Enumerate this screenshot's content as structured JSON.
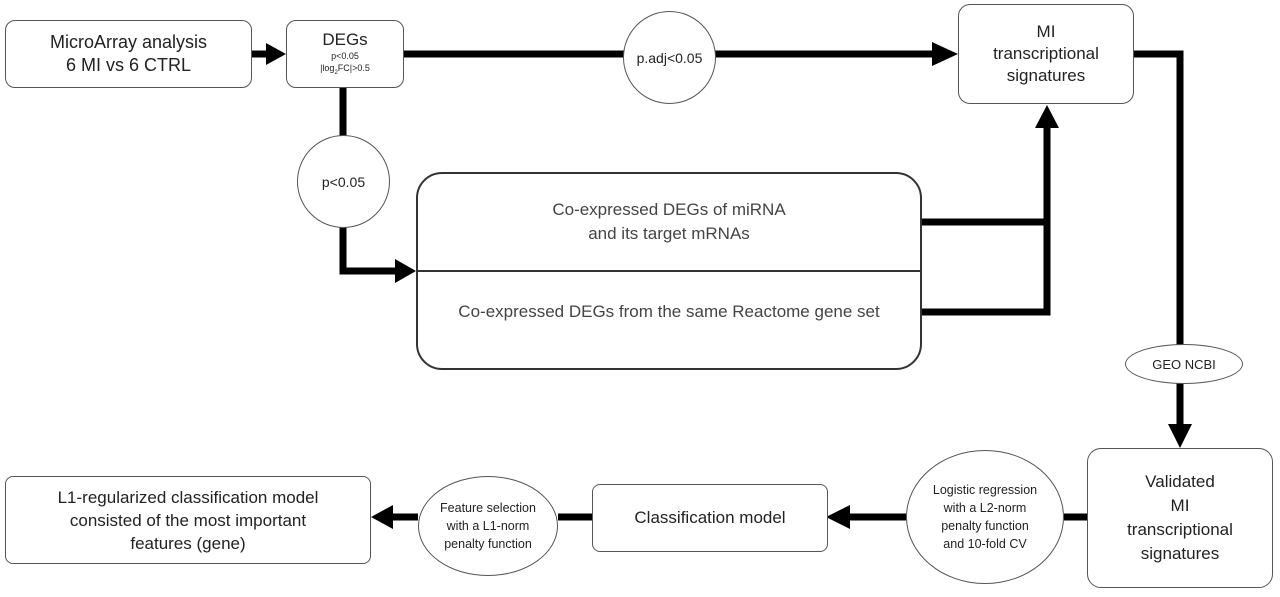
{
  "nodes": {
    "microarray": {
      "line1": "MicroArray analysis",
      "line2": "6 MI vs 6 CTRL"
    },
    "degs": {
      "title": "DEGs",
      "crit1": "p<0.05",
      "crit2_pre": "|log",
      "crit2_sub": "2",
      "crit2_post": "FC|>0.5"
    },
    "p_adj": {
      "label": "p.adj<0.05"
    },
    "p05": {
      "label": "p<0.05"
    },
    "mi_signatures": {
      "line1": "MI",
      "line2": "transcriptional",
      "line3": "signatures"
    },
    "coexpressed_mirna": {
      "line1": "Co-expressed DEGs of miRNA",
      "line2": "and its target mRNAs"
    },
    "coexpressed_reactome": {
      "label": "Co-expressed DEGs from the same Reactome gene set"
    },
    "geo_ncbi": {
      "label": "GEO NCBI"
    },
    "validated": {
      "line1": "Validated",
      "line2": "MI",
      "line3": "transcriptional",
      "line4": "signatures"
    },
    "logistic": {
      "line1": "Logistic regression",
      "line2": "with a L2-norm",
      "line3": "penalty function",
      "line4": "and 10-fold CV"
    },
    "classification": {
      "label": "Classification model"
    },
    "feature_selection": {
      "line1": "Feature selection",
      "line2": "with a L1-norm",
      "line3": "penalty function"
    },
    "l1_model": {
      "line1": "L1-regularized classification model",
      "line2": "consisted of the most important",
      "line3": "features (gene)"
    }
  }
}
